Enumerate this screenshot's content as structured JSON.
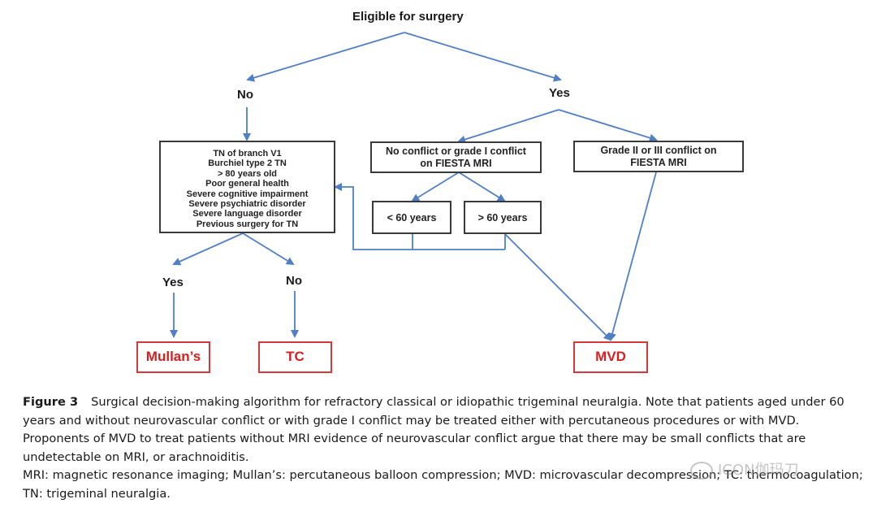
{
  "diagram": {
    "root": "Eligible for surgery",
    "no_label": "No",
    "yes_label": "Yes",
    "criteria_box": [
      "TN of branch V1",
      "Burchiel type 2 TN",
      "> 80 years old",
      "Poor general health",
      "Severe cognitive impairment",
      "Severe psychiatric disorder",
      "Severe language disorder",
      "Previous surgery for TN"
    ],
    "no_conflict_box": [
      "No conflict or grade I conflict",
      "on FIESTA MRI"
    ],
    "grade_box": [
      "Grade II or III conflict on",
      "FIESTA MRI"
    ],
    "under60": "< 60 years",
    "over60": "> 60 years",
    "sub_yes": "Yes",
    "sub_no": "No",
    "outcomes": {
      "mullans": "Mullan’s",
      "tc": "TC",
      "mvd": "MVD"
    },
    "colors": {
      "arrow": "#4f7fc6",
      "box_border": "#3a3a3a",
      "outcome_border": "#d43a3a",
      "outcome_text": "#d61f1f"
    }
  },
  "caption": {
    "figure_label": "Figure 3",
    "text": "Surgical decision-making algorithm for refractory classical or idiopathic trigeminal neuralgia. Note that patients aged under 60 years and without neurovascular conflict or with grade I conflict may be treated either with percutaneous procedures or with MVD. Proponents of MVD to treat patients without MRI evidence of neurovascular conflict argue that there may be small conflicts that are undetectable on MRI, or arachnoiditis.",
    "abbreviations": "MRI: magnetic resonance imaging; Mullan’s: percutaneous balloon compression; MVD: microvascular decompression; TC: thermocoagulation; TN: trigeminal neuralgia."
  },
  "watermark": {
    "text": "ICON伽玛刀",
    "icon": "wechat-icon"
  }
}
